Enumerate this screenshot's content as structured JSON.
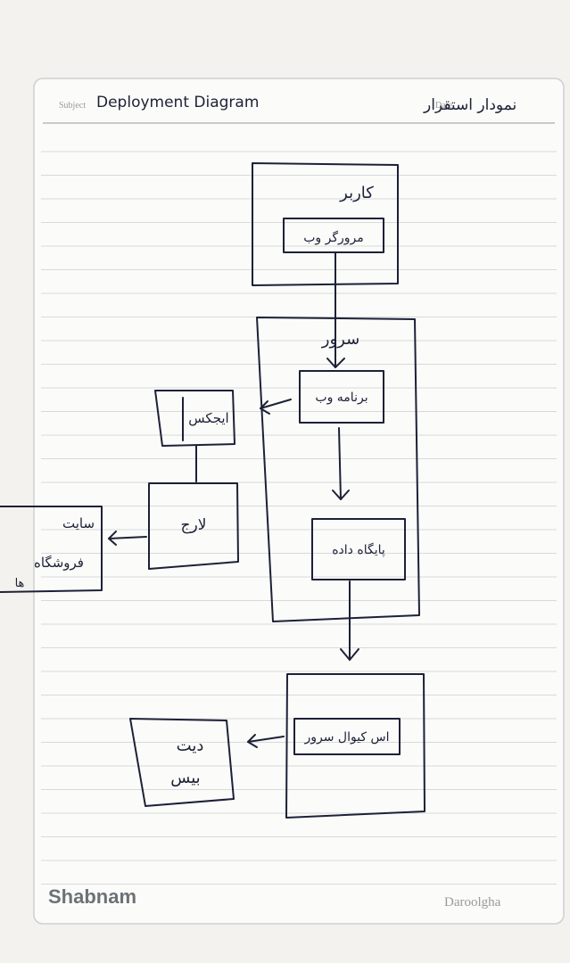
{
  "paper": {
    "subject_label": "Subject",
    "date_label": "Date",
    "brand": "Shabnam",
    "brand_right": "Daroolgha"
  },
  "diagram": {
    "title_latin": "Deployment Diagram",
    "title_persian": "نمودار استقرار",
    "nodes": {
      "user": {
        "label": "کاربر",
        "inner": "مرورگر وب"
      },
      "server": {
        "label": "سرور",
        "program": "برنامه وب",
        "database": "پایگاه داده"
      },
      "ajax": {
        "label": "ایجکس"
      },
      "proxy": {
        "label": "لارج"
      },
      "side_note": {
        "line1": "سایت",
        "line2": "فروشگاه",
        "line3": "ها"
      },
      "backup": {
        "inner": "اس کیوال سرور"
      },
      "data": {
        "line1": "دیت",
        "line2": "بیس"
      }
    }
  },
  "colors": {
    "paper": "#fbfbfa",
    "rule_line": "#d9d9d9",
    "ink": "#1d2136",
    "brand": "#6d7277"
  }
}
